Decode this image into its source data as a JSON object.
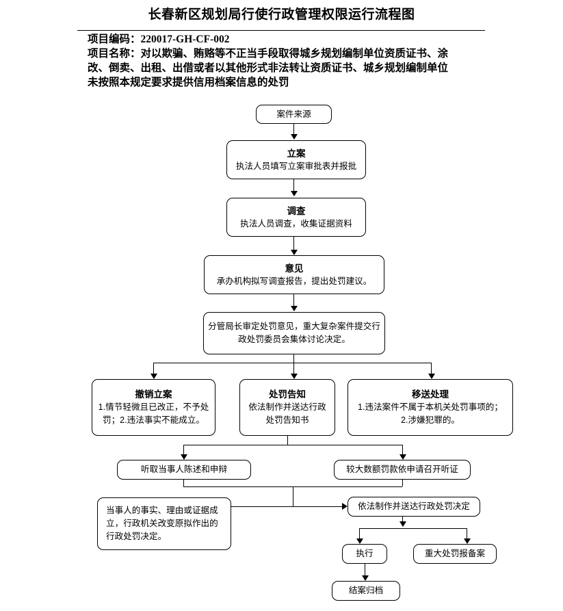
{
  "header": {
    "title": "长春新区规划局行使行政管理权限运行流程图",
    "project_code_label": "项目编码：220017-GH-CF-002",
    "project_name_line1": "项目名称：对以欺骗、贿赂等不正当手段取得城乡规划编制单位资质证书、涂",
    "project_name_line2": "改、倒卖、出租、出借或者以其他形式非法转让资质证书、城乡规划编制单位",
    "project_name_line3": "未按照本规定要求提供信用档案信息的处罚"
  },
  "flow": {
    "source": {
      "title": "案件来源"
    },
    "filing": {
      "title": "立案",
      "body": "执法人员填写立案审批表并报批"
    },
    "investigation": {
      "title": "调查",
      "body": "执法人员调查，收集证据资料"
    },
    "opinion": {
      "title": "意见",
      "body": "承办机构拟写调查报告，提出处罚建议。"
    },
    "review": {
      "line1": "分管局长审定处罚意见，重大复杂案件提交行",
      "line2": "政处罚委员会集体讨论决定。"
    },
    "revoke": {
      "title": "撤销立案",
      "line1": "1.情节轻微且已改正，不予处",
      "line2": "罚；2.违法事实不能成立。"
    },
    "notice": {
      "title": "处罚告知",
      "line1": "依法制作并送达行政",
      "line2": "处罚告知书"
    },
    "transfer": {
      "title": "移送处理",
      "line1": "1.违法案件不属于本机关处罚事项的；",
      "line2": "2.涉嫌犯罪的。"
    },
    "statement": {
      "title": "听取当事人陈述和申辩"
    },
    "hearing": {
      "title": "较大数额罚款依申请召开听证"
    },
    "changed": {
      "line1": "当事人的事实、理由或证据成",
      "line2": "立，行政机关改变原拟作出的",
      "line3": "行政处罚决定。"
    },
    "decision": {
      "title": "依法制作并送达行政处罚决定"
    },
    "execute": {
      "title": "执行"
    },
    "report": {
      "title": "重大处罚报备案"
    },
    "archive": {
      "title": "结案归档"
    }
  },
  "colors": {
    "line": "#000000",
    "background": "#ffffff"
  }
}
